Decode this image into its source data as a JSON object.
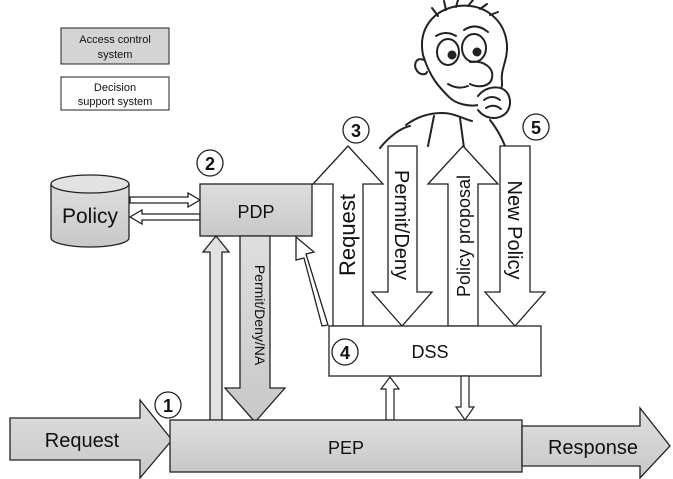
{
  "legend": {
    "access_control": "Access control system",
    "access_control_line1": "Access control",
    "access_control_line2": "system",
    "decision_support": "Decision support system",
    "decision_support_line1": "Decision",
    "decision_support_line2": "support system"
  },
  "nodes": {
    "policy": "Policy",
    "pdp": "PDP",
    "pep": "PEP",
    "dss": "DSS"
  },
  "arrows": {
    "request_in": "Request",
    "response_out": "Response",
    "pdp_to_pep": "Permit/Deny/NA",
    "request_up": "Request",
    "permit_deny_down": "Permit/Deny",
    "policy_proposal_up": "Policy proposal",
    "new_policy_down": "New Policy"
  },
  "steps": [
    "1",
    "2",
    "3",
    "4",
    "5"
  ],
  "colors": {
    "acs_fill": "#d4d4d4",
    "dss_fill": "#ffffff",
    "stroke": "#222222"
  },
  "illustration": "worried-person-cartoon"
}
